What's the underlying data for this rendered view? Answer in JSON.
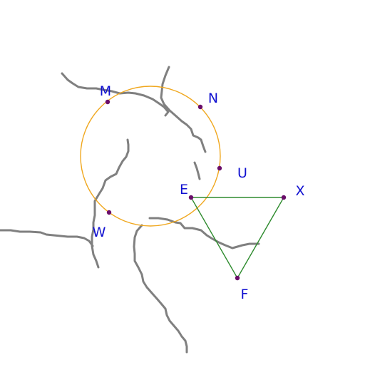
{
  "colors": {
    "background": "#ffffff",
    "circle": "#f0a820",
    "triangle": "#2e8b2e",
    "point": "#6a0d6a",
    "label": "#1010d0",
    "sketch": "#808080"
  },
  "points": [
    {
      "id": "M",
      "label": "M"
    },
    {
      "id": "N",
      "label": "N"
    },
    {
      "id": "U",
      "label": "U"
    },
    {
      "id": "W",
      "label": "W"
    },
    {
      "id": "E",
      "label": "E"
    },
    {
      "id": "X",
      "label": "X"
    },
    {
      "id": "F",
      "label": "F"
    }
  ],
  "circle": {
    "through": [
      "M",
      "N",
      "U",
      "W"
    ]
  },
  "triangle": {
    "vertices": [
      "E",
      "X",
      "F"
    ]
  }
}
